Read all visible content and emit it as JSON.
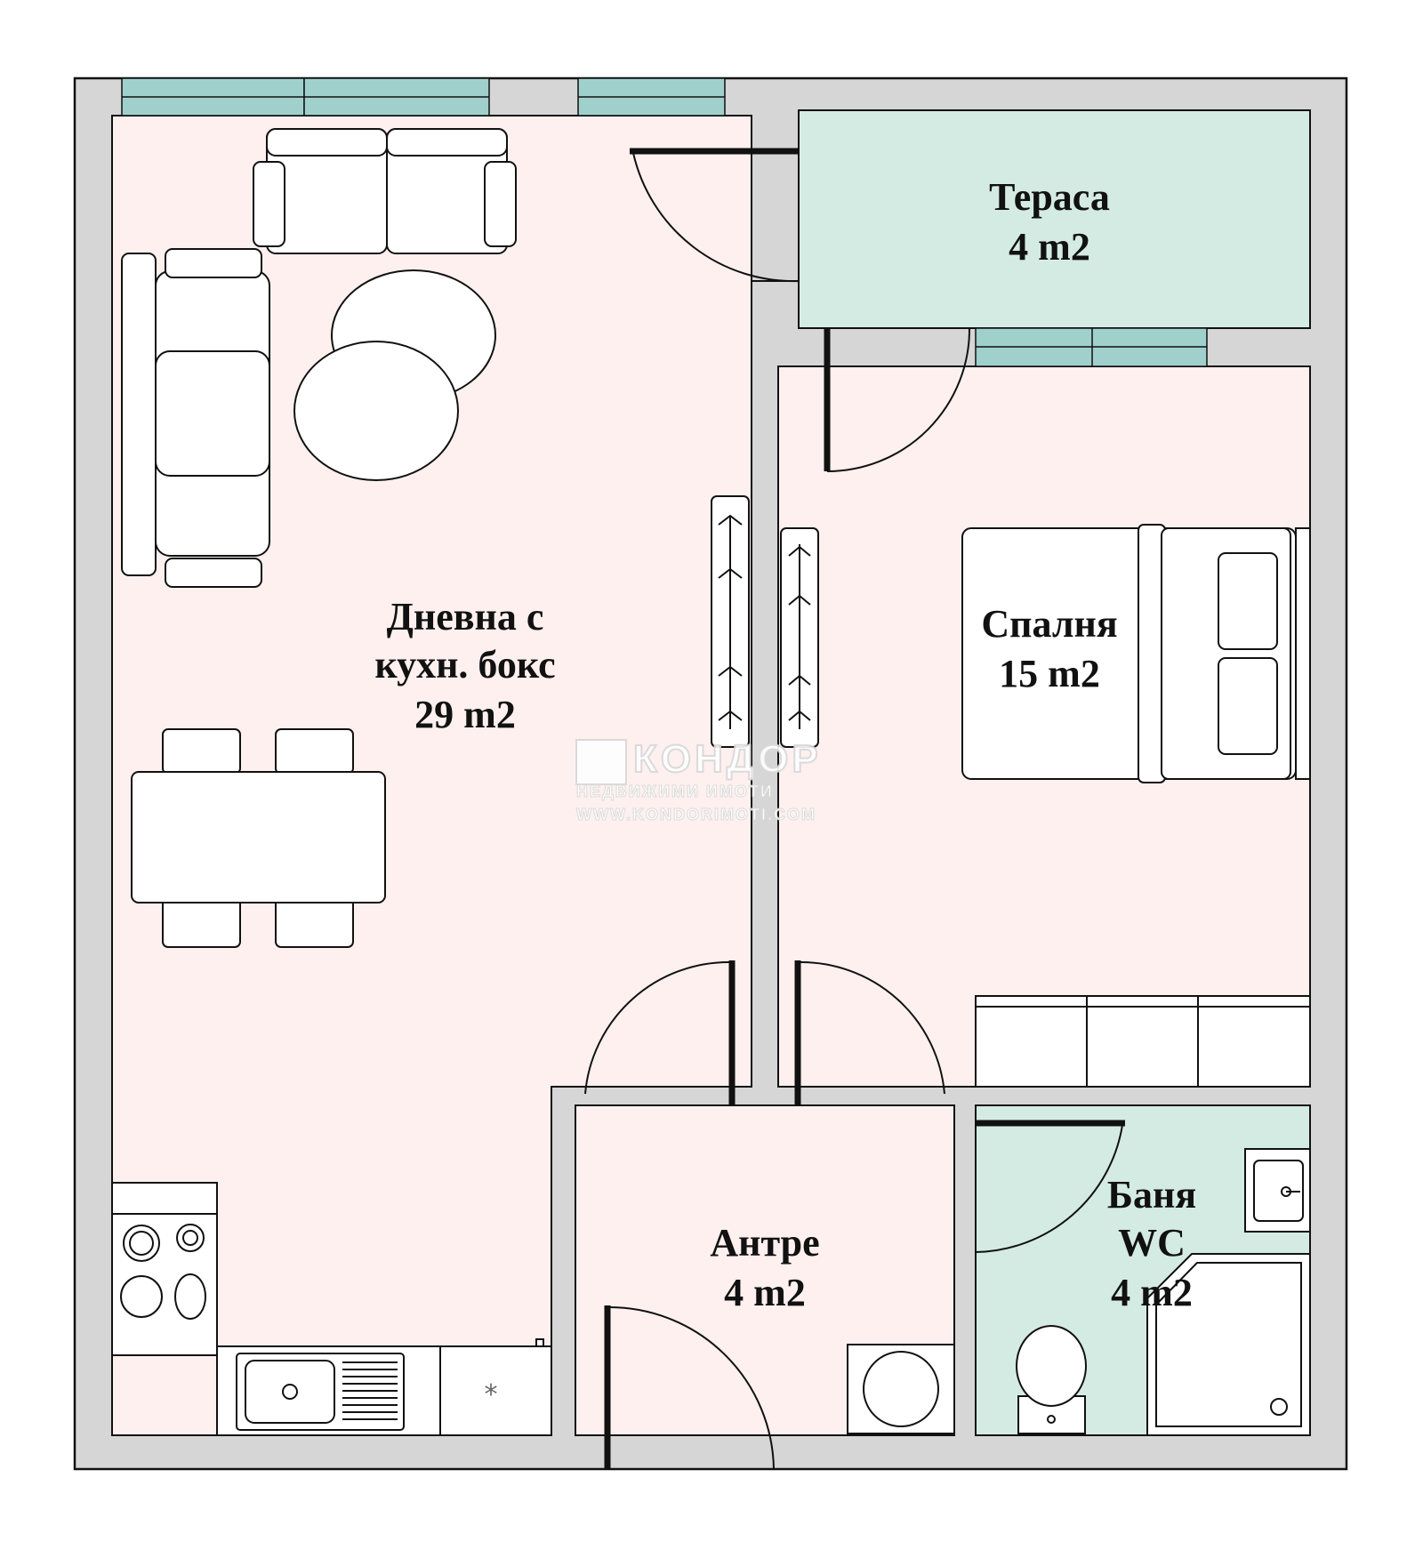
{
  "floorplan": {
    "colors": {
      "wall": "#d6d6d6",
      "outline": "#111111",
      "room_pink": "#fdf0ef",
      "room_green": "#d4ebe3",
      "window": "#9fd0cc"
    },
    "rooms": {
      "living": {
        "name_line1": "Дневна с",
        "name_line2": "кухн. бокс",
        "area": "29 m2"
      },
      "bedroom": {
        "name": "Спалня",
        "area": "15 m2"
      },
      "terrace": {
        "name": "Тераса",
        "area": "4 m2"
      },
      "hall": {
        "name": "Антре",
        "area": "4 m2"
      },
      "bathroom": {
        "name_line1": "Баня",
        "name_line2": "WC",
        "area": "4 m2"
      }
    },
    "watermark": {
      "brand": "КОНДОР",
      "tagline": "НЕДВИЖИМИ ИМОТИ",
      "url": "WWW.KONDORIMOTI.COM"
    }
  }
}
